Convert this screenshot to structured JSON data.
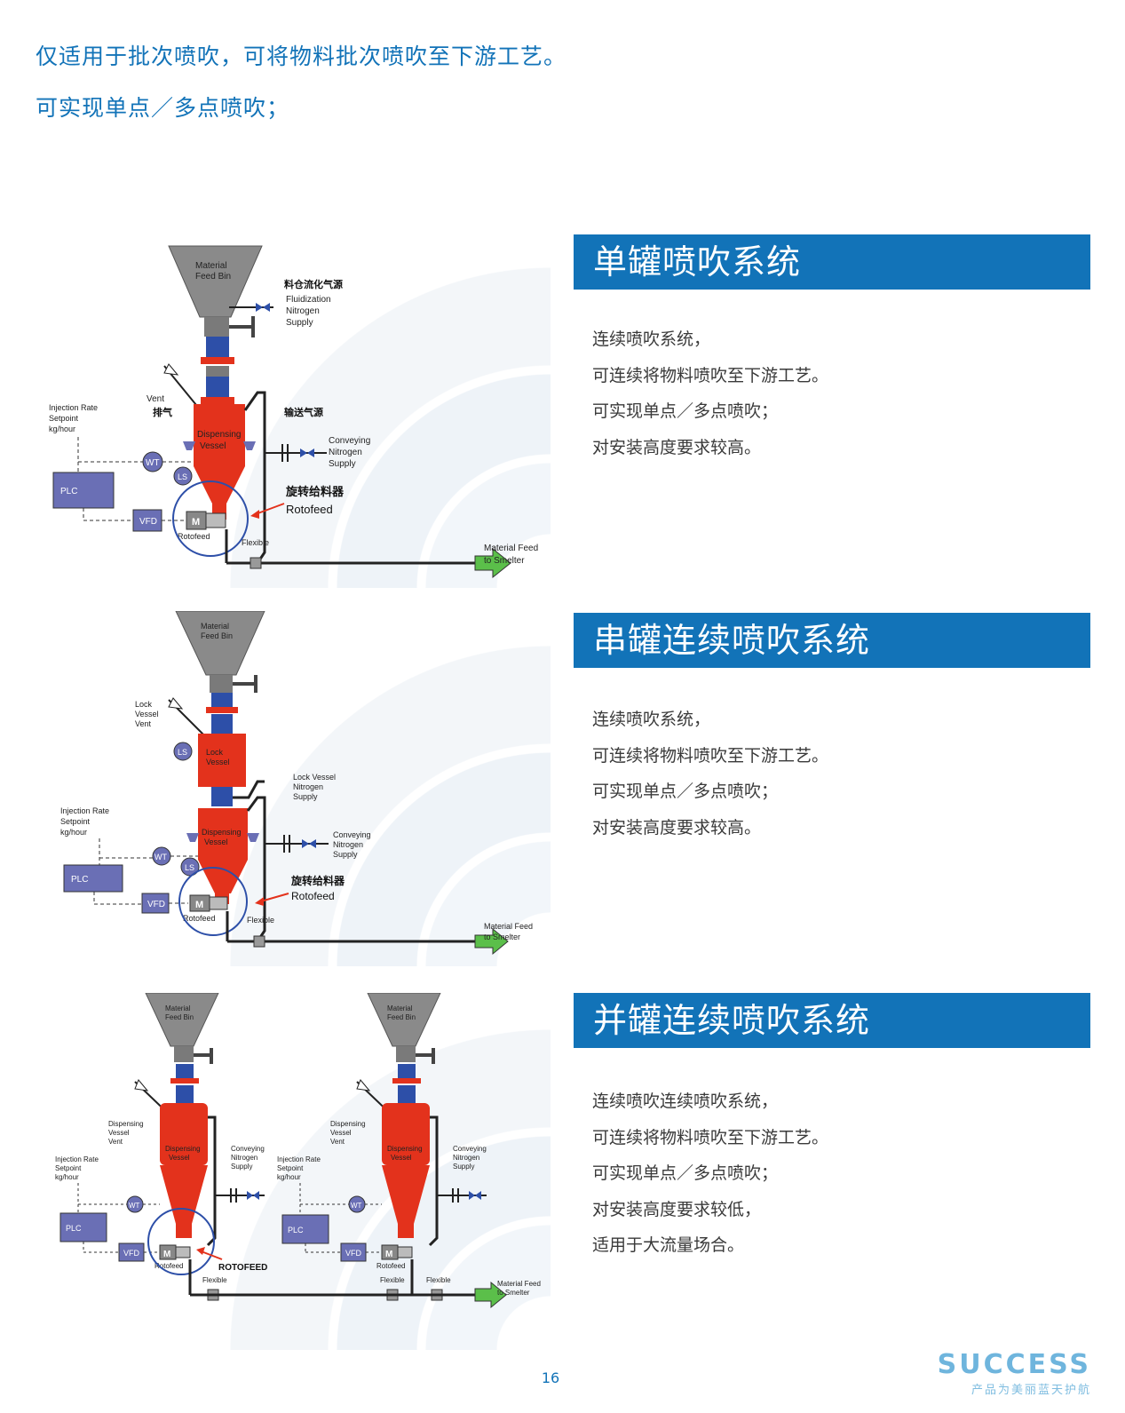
{
  "intro": {
    "line1": "仅适用于批次喷吹，可将物料批次喷吹至下游工艺。",
    "line2": "可实现单点／多点喷吹；"
  },
  "sections": [
    {
      "title": "单罐喷吹系统",
      "lines": [
        "连续喷吹系统，",
        "可连续将物料喷吹至下游工艺。",
        "可实现单点／多点喷吹；",
        "对安装高度要求较高。"
      ]
    },
    {
      "title": "串罐连续喷吹系统",
      "lines": [
        "连续喷吹系统，",
        "可连续将物料喷吹至下游工艺。",
        "可实现单点／多点喷吹；",
        "对安装高度要求较高。"
      ]
    },
    {
      "title": "并罐连续喷吹系统",
      "lines": [
        "连续喷吹连续喷吹系统，",
        "可连续将物料喷吹至下游工艺。",
        "可实现单点／多点喷吹；",
        "对安装高度要求较低，",
        "适用于大流量场合。"
      ]
    }
  ],
  "diagram1": {
    "bin": [
      "Material",
      "Feed Bin"
    ],
    "fluid_cn": "料仓流化气源",
    "fluid": [
      "Fluidization",
      "Nitrogen",
      "Supply"
    ],
    "vent": "Vent",
    "vent_cn": "排气",
    "injection": [
      "Injection  Rate",
      "Setpoint",
      "kg/hour"
    ],
    "vessel": [
      "Dispensing",
      "Vessel"
    ],
    "convey_cn": "输送气源",
    "convey": [
      "Conveying",
      "Nitrogen",
      "Supply"
    ],
    "wt": "WT",
    "ls": "LS",
    "plc": "PLC",
    "vfd": "VFD",
    "motor": "M",
    "rotofeed_small": "Rotofeed",
    "rotofeed_cn": "旋转给料器",
    "rotofeed": "Rotofeed",
    "flexible": "Flexible",
    "feed": [
      "Material  Feed",
      "to Smelter"
    ]
  },
  "diagram2": {
    "bin": [
      "Material",
      "Feed Bin"
    ],
    "lockvent": [
      "Lock",
      "Vessel",
      "Vent"
    ],
    "lockvessel": [
      "Lock",
      "Vessel"
    ],
    "locknitro": [
      "Lock  Vessel",
      "Nitrogen",
      "Supply"
    ],
    "injection": [
      "Injection  Rate",
      "Setpoint",
      "kg/hour"
    ],
    "vessel": [
      "Dispensing",
      "Vessel"
    ],
    "convey": [
      "Conveying",
      "Nitrogen",
      "Supply"
    ],
    "wt": "WT",
    "ls": "LS",
    "plc": "PLC",
    "vfd": "VFD",
    "motor": "M",
    "rotofeed_small": "Rotofeed",
    "rotofeed_cn": "旋转给料器",
    "rotofeed": "Rotofeed",
    "flexible": "Flexible",
    "feed": [
      "Material  Feed",
      "to Smelter"
    ]
  },
  "diagram3": {
    "bin": [
      "Material",
      "Feed Bin"
    ],
    "dvent": [
      "Dispensing",
      "Vessel",
      "Vent"
    ],
    "vessel": [
      "Dispensing",
      "Vessel"
    ],
    "convey": [
      "Conveying",
      "Nitrogen",
      "Supply"
    ],
    "injection": [
      "Injection  Rate",
      "Setpoint",
      "kg/hour"
    ],
    "wt": "WT",
    "plc": "PLC",
    "vfd": "VFD",
    "motor": "M",
    "rotofeed_small": "Rotofeed",
    "rotofeed": "ROTOFEED",
    "flexible": "Flexible",
    "feed": [
      "Material Feed",
      "to Smelter"
    ]
  },
  "footer": {
    "page": "16",
    "logo": "SUCCESS",
    "slogan": "产品为美丽蓝天护航"
  },
  "colors": {
    "accent": "#1273b8",
    "vessel_red": "#e3321c",
    "valve_blue": "#2d4fa8",
    "bin_gray": "#8a8a8a",
    "plc_purple": "#6a6fb5",
    "arrow_green": "#5bbf4a"
  }
}
